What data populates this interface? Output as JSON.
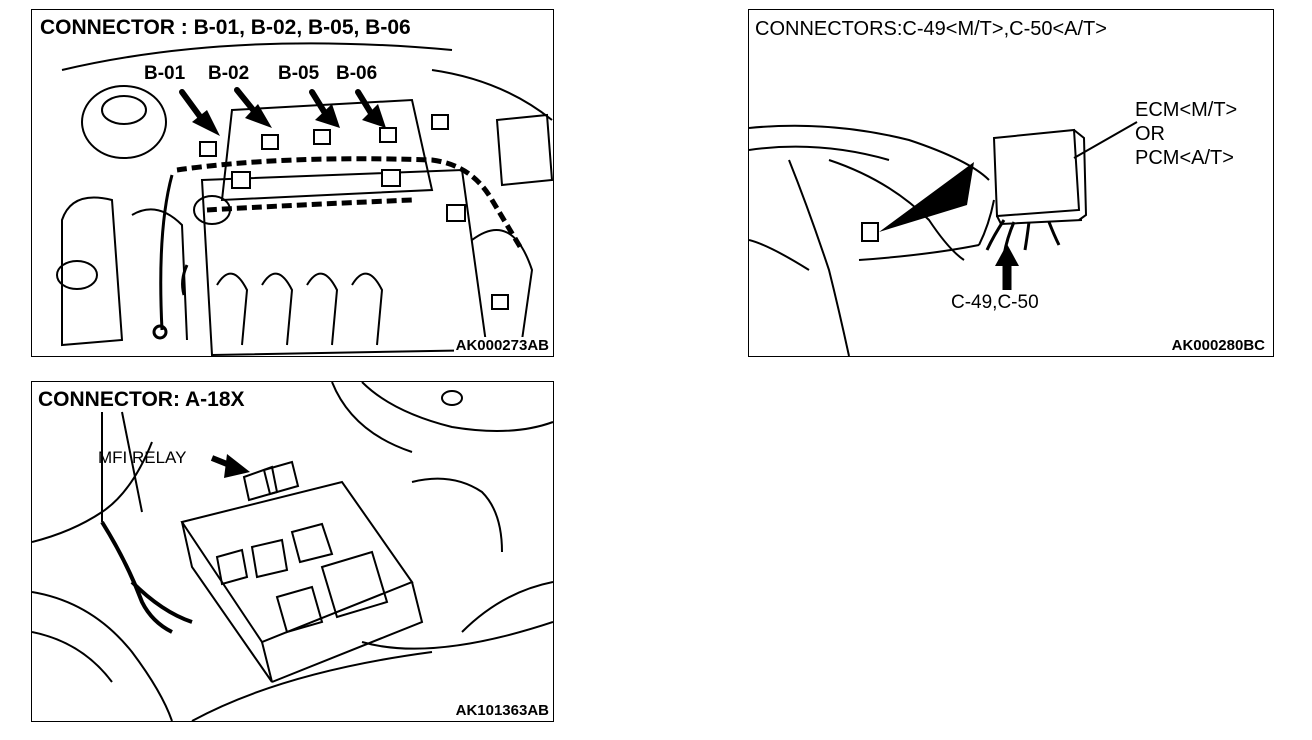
{
  "panel_b": {
    "title": "CONNECTOR : B-01, B-02, B-05, B-06",
    "labels": [
      "B-01",
      "B-02",
      "B-05",
      "B-06"
    ],
    "code": "AK000273AB"
  },
  "panel_c": {
    "title": "CONNECTORS:C-49<M/T>,C-50<A/T>",
    "ecm_lines": [
      "ECM<M/T>",
      "OR",
      "PCM<A/T>"
    ],
    "connector_label": "C-49,C-50",
    "code": "AK000280BC"
  },
  "panel_a": {
    "title": "CONNECTOR: A-18X",
    "relay_label": "MFI RELAY",
    "code": "AK101363AB"
  }
}
